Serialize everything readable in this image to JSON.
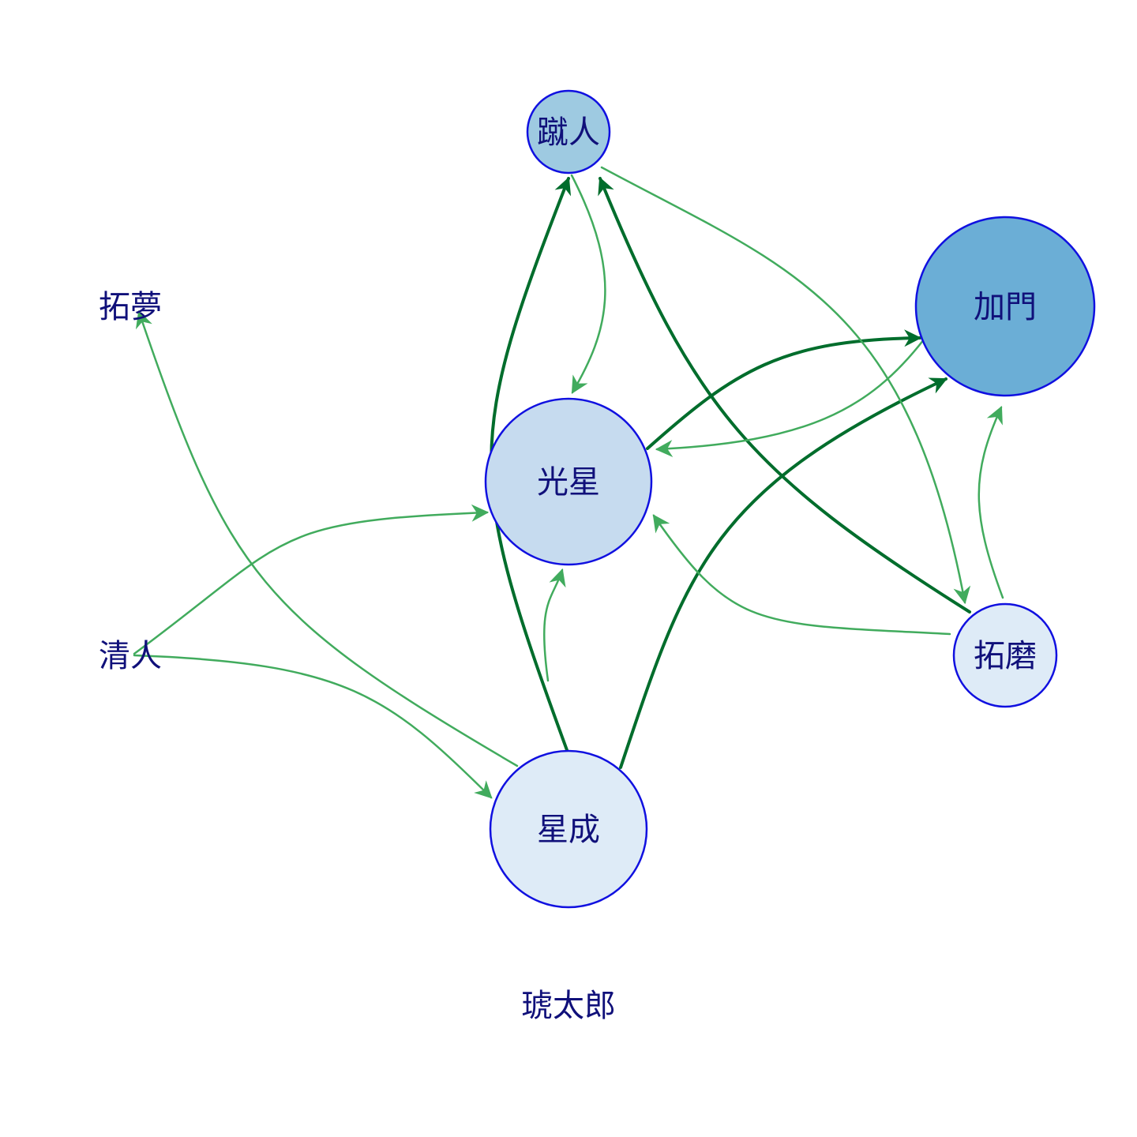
{
  "nodes": [
    {
      "id": "n1",
      "label": "蹴人",
      "fill": "#9ecae1",
      "ring": true
    },
    {
      "id": "n2",
      "label": "加門",
      "fill": "#6baed6",
      "ring": true
    },
    {
      "id": "n3",
      "label": "光星",
      "fill": "#c6dbef",
      "ring": true
    },
    {
      "id": "n4",
      "label": "拓夢",
      "fill": "none",
      "ring": false
    },
    {
      "id": "n5",
      "label": "清人",
      "fill": "none",
      "ring": false
    },
    {
      "id": "n6",
      "label": "拓磨",
      "fill": "#deebf7",
      "ring": true
    },
    {
      "id": "n7",
      "label": "星成",
      "fill": "#deebf7",
      "ring": true
    },
    {
      "id": "n8",
      "label": "琥太郎",
      "fill": "none",
      "ring": false
    }
  ],
  "edges": [
    {
      "from": "星成",
      "to": "蹴人",
      "strength": "strong"
    },
    {
      "from": "拓磨",
      "to": "蹴人",
      "strength": "strong"
    },
    {
      "from": "光星",
      "to": "加門",
      "strength": "strong"
    },
    {
      "from": "星成",
      "to": "加門",
      "strength": "strong"
    },
    {
      "from": "蹴人",
      "to": "光星",
      "strength": "weak"
    },
    {
      "from": "蹴人",
      "to": "拓磨",
      "strength": "weak"
    },
    {
      "from": "加門",
      "to": "光星",
      "strength": "weak"
    },
    {
      "from": "拓磨",
      "to": "加門",
      "strength": "weak"
    },
    {
      "from": "拓磨",
      "to": "光星",
      "strength": "weak"
    },
    {
      "from": "星成",
      "to": "光星",
      "strength": "weak"
    },
    {
      "from": "清人",
      "to": "光星",
      "strength": "weak"
    },
    {
      "from": "清人",
      "to": "星成",
      "strength": "weak"
    },
    {
      "from": "星成",
      "to": "拓夢",
      "strength": "weak"
    }
  ],
  "colors": {
    "strong_edge": "#006d2c",
    "weak_edge": "#41ab5d",
    "node_border": "#1010e0",
    "label": "#10107a"
  }
}
